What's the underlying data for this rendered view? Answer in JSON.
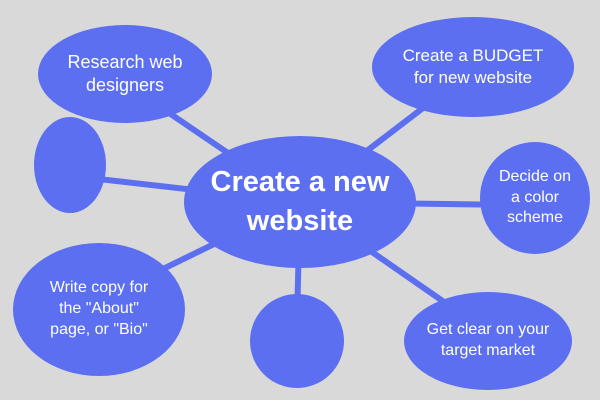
{
  "colors": {
    "background": "#d9d9d9",
    "node_fill": "#5b6ff0",
    "edge": "#5b6ff0",
    "text": "#ffffff"
  },
  "diagram": {
    "type": "mind-map",
    "center": {
      "label": "Create a  new\nwebsite"
    },
    "branches": [
      {
        "id": "research",
        "label": "Research web\ndesigners"
      },
      {
        "id": "budget",
        "label": "Create a BUDGET\nfor new website"
      },
      {
        "id": "color",
        "label": "Decide on\na color\nscheme"
      },
      {
        "id": "target",
        "label": "Get clear on your\ntarget market"
      },
      {
        "id": "copy",
        "label": "Write copy for\nthe \"About\"\npage, or \"Bio\""
      },
      {
        "id": "empty-left",
        "label": ""
      },
      {
        "id": "empty-bottom",
        "label": ""
      }
    ]
  }
}
